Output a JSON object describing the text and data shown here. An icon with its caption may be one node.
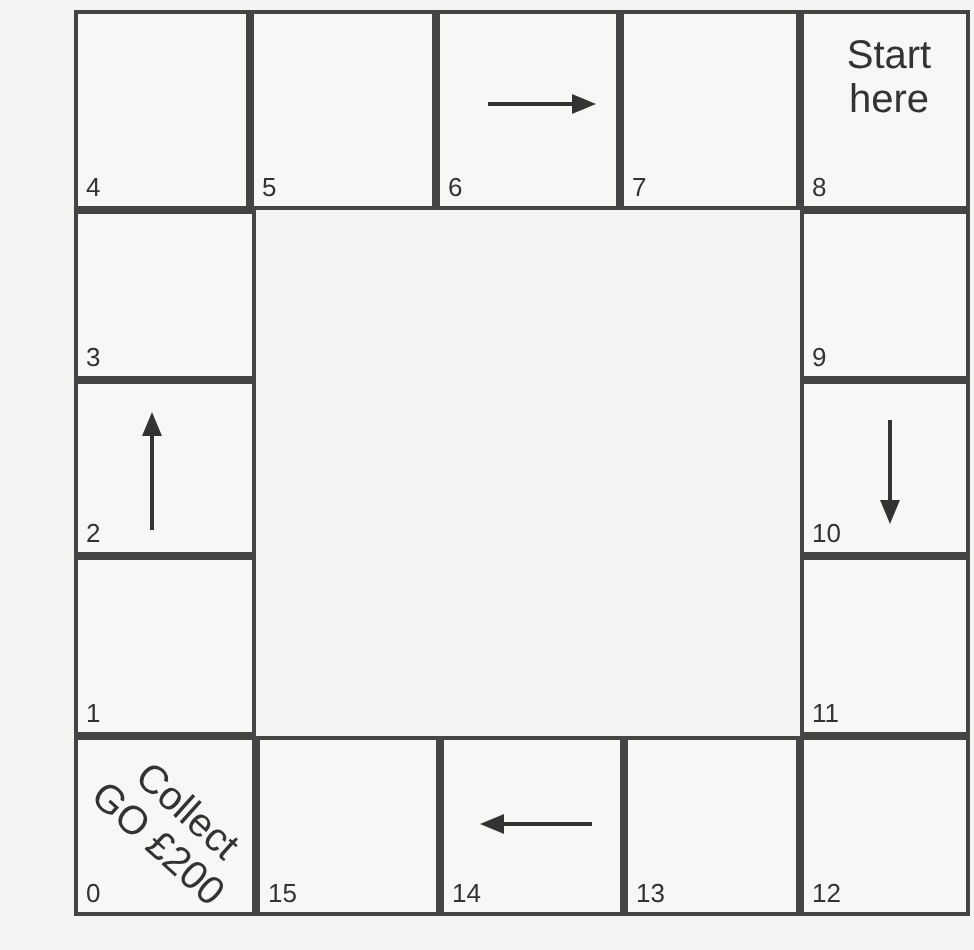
{
  "diagram": {
    "nodes": [
      {
        "text": [
          "4"
        ]
      },
      {
        "text": [
          "5"
        ]
      },
      {
        "text": [
          "6"
        ]
      },
      {
        "text": [
          "7"
        ]
      },
      {
        "text": [
          "Start here",
          "8"
        ]
      },
      {
        "text": [
          "3"
        ]
      },
      {
        "text": [
          "9"
        ]
      },
      {
        "text": [
          "2"
        ]
      },
      {
        "text": [
          "10"
        ]
      },
      {
        "text": [
          "1"
        ]
      },
      {
        "text": [
          "11"
        ]
      },
      {
        "text": [
          "Collect GO £200",
          "0"
        ]
      },
      {
        "text": [
          "15"
        ]
      },
      {
        "text": [
          "14"
        ]
      },
      {
        "text": [
          "13"
        ]
      },
      {
        "text": [
          "12"
        ]
      }
    ]
  }
}
